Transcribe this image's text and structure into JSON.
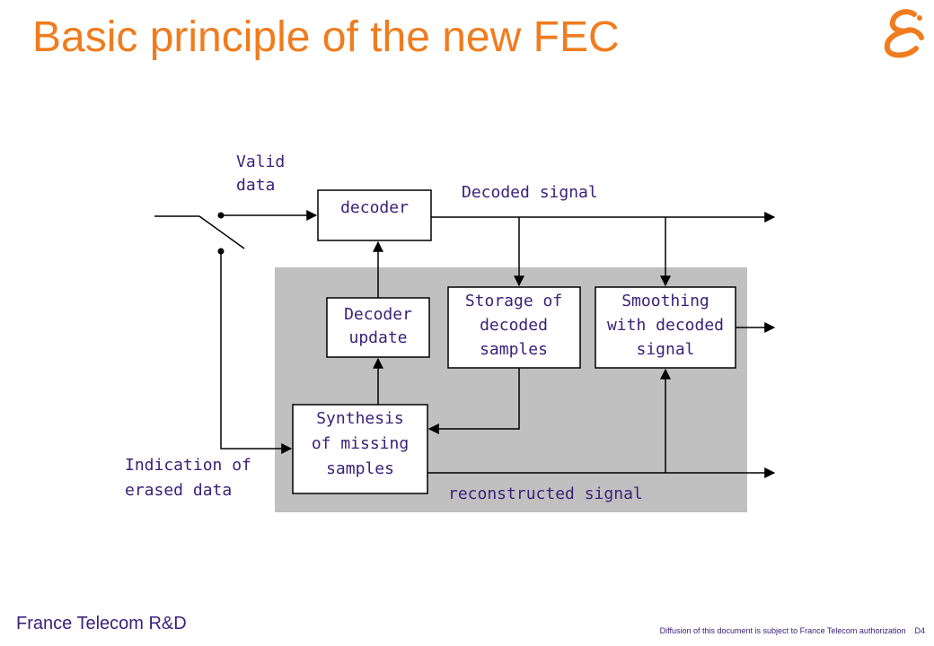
{
  "slide": {
    "title": "Basic principle of the new FEC",
    "footer_org": "France Telecom R&D",
    "footer_notice": "Diffusion of this document is subject to France Telecom authorization",
    "page_number": "D4"
  },
  "diagram": {
    "labels": {
      "valid_data": [
        "Valid",
        "data"
      ],
      "decoded_signal": "Decoded signal",
      "indication": [
        "Indication of",
        "erased data"
      ],
      "reconstructed_signal": "reconstructed signal"
    },
    "boxes": {
      "decoder": [
        "decoder"
      ],
      "decoder_update": [
        "Decoder",
        "update"
      ],
      "storage": [
        "Storage of",
        "decoded",
        "samples"
      ],
      "smoothing": [
        "Smoothing",
        "with  decoded",
        "signal"
      ],
      "synthesis": [
        "Synthesis",
        "of missing",
        "samples"
      ]
    }
  },
  "colors": {
    "title": "#f07c1e",
    "text": "#3a2178",
    "shaded_region": "#c0c0c0",
    "logo": "#f07c1e"
  }
}
